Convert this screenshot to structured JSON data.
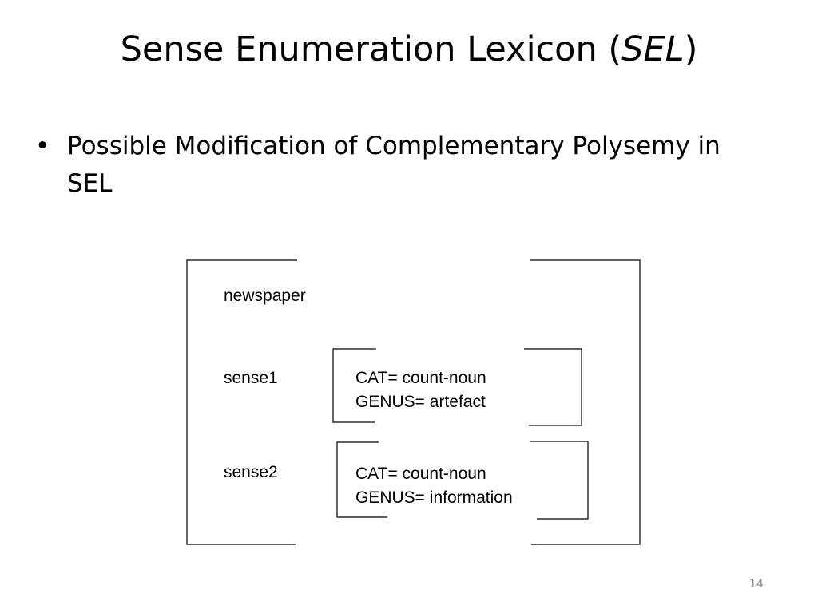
{
  "slide": {
    "title_main": "Sense Enumeration Lexicon (",
    "title_italic": "SEL",
    "title_close": ")",
    "bullet": "Possible Modification of Complementary Polysemy in SEL",
    "page_number": "14"
  },
  "diagram": {
    "lemma": "newspaper",
    "senses": [
      {
        "label": "sense1",
        "features": [
          "CAT= count-noun",
          "GENUS= artefact"
        ]
      },
      {
        "label": "sense2",
        "features": [
          "CAT= count-noun",
          "GENUS= information"
        ]
      }
    ]
  }
}
